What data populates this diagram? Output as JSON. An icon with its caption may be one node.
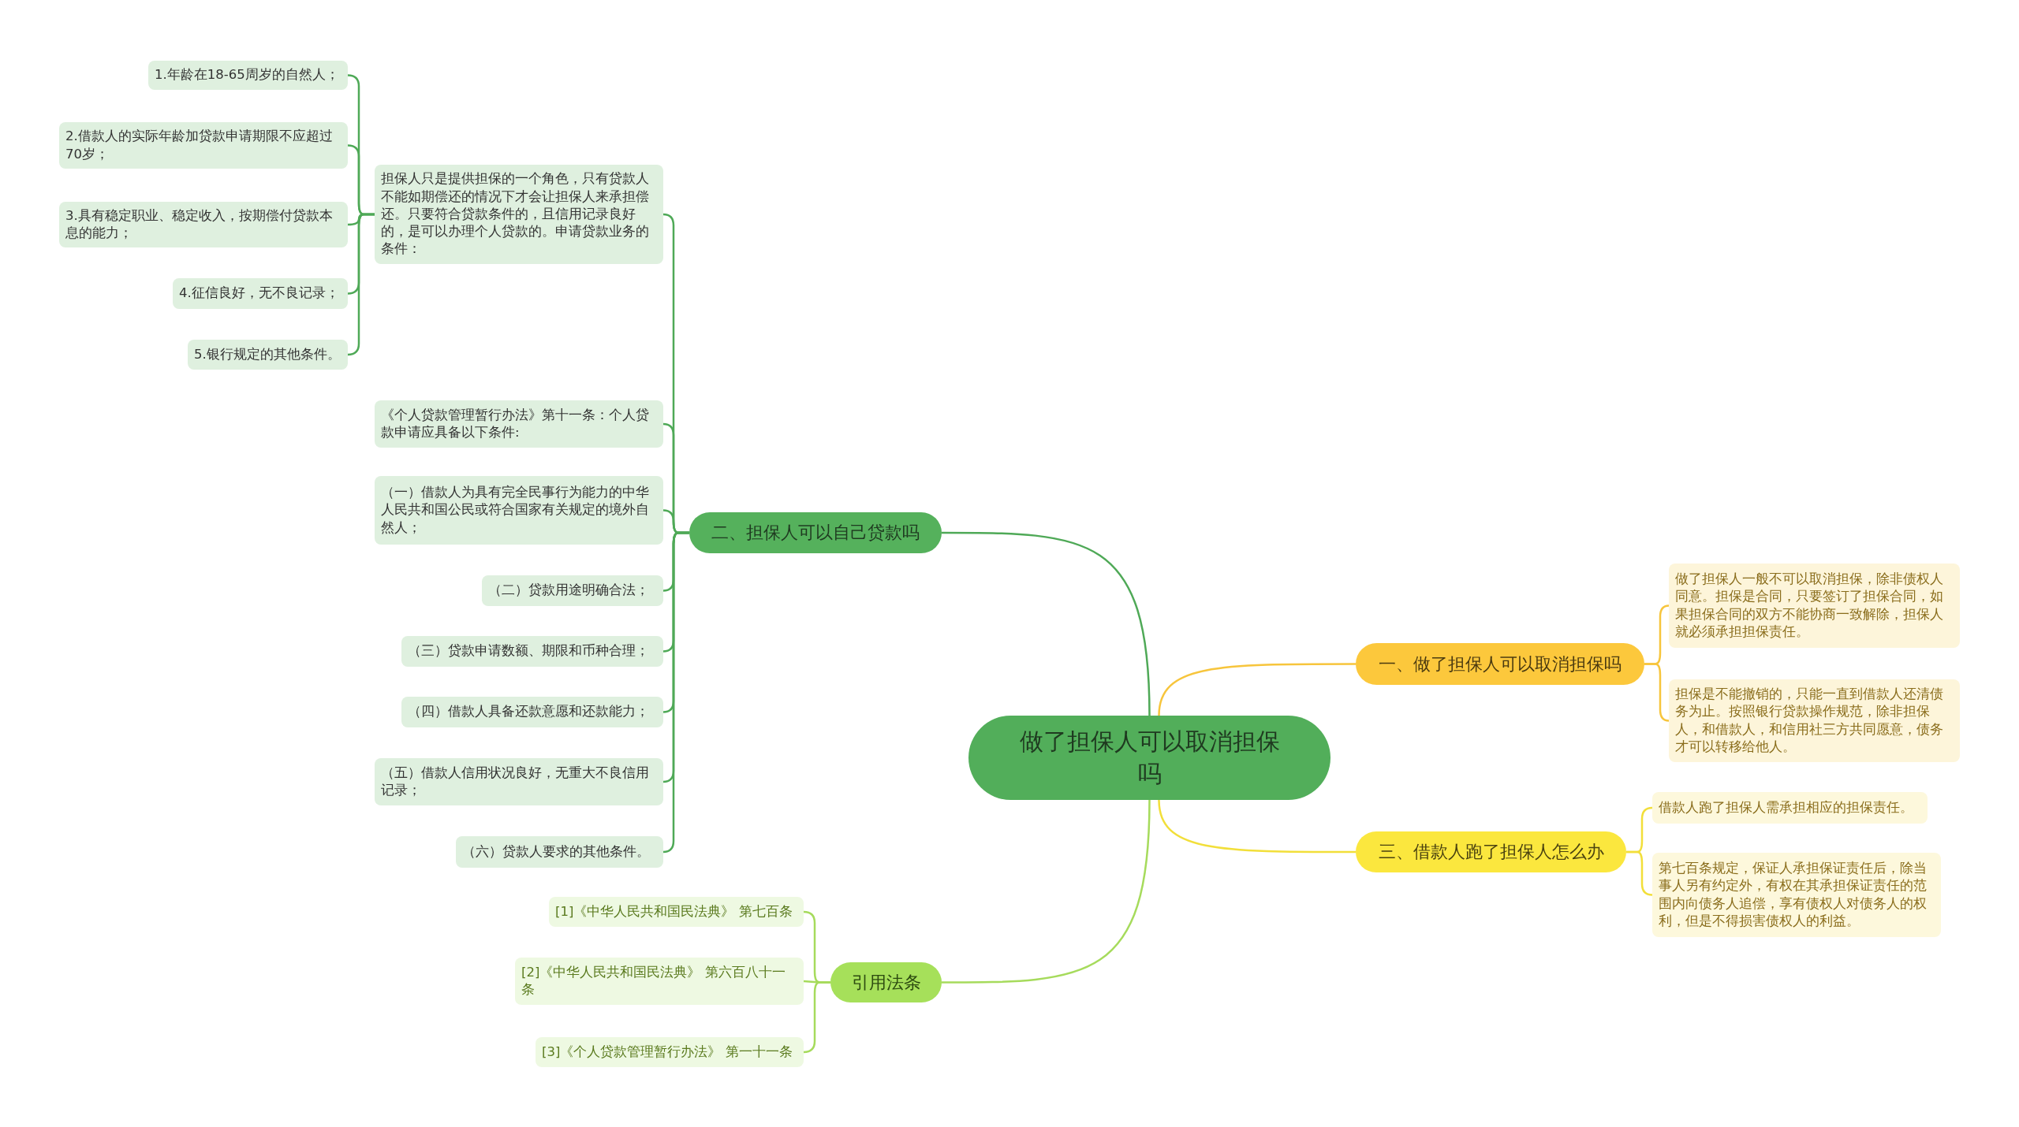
{
  "diagram": {
    "nodes": [
      {
        "text": [
          "做了担保人可以取消担保吗"
        ]
      },
      {
        "text": [
          "一、做了担保人可以取消担保吗"
        ]
      },
      {
        "text": [
          "做了担保人一般不可以取消担保，除非债权人同意。担保是合同，只要签订了担保合同，如果担保合同的双方不能协商一致解除，担保人就必须承担担保责任。"
        ]
      },
      {
        "text": [
          "担保是不能撤销的，只能一直到借款人还清债务为止。按照银行贷款操作规范，除非担保人，和借款人，和信用社三方共同愿意，债务才可以转移给他人。"
        ]
      },
      {
        "text": [
          "三、借款人跑了担保人怎么办"
        ]
      },
      {
        "text": [
          "借款人跑了担保人需承担相应的担保责任。"
        ]
      },
      {
        "text": [
          "第七百条规定，保证人承担保证责任后，除当事人另有约定外，有权在其承担保证责任的范围内向债务人追偿，享有债权人对债务人的权利，但是不得损害债权人的利益。"
        ]
      },
      {
        "text": [
          "二、担保人可以自己贷款吗"
        ]
      },
      {
        "text": [
          "担保人只是提供担保的一个角色，只有贷款人不能如期偿还的情况下才会让担保人来承担偿还。只要符合贷款条件的，且信用记录良好的，是可以办理个人贷款的。申请贷款业务的条件："
        ]
      },
      {
        "text": [
          "1.年龄在18-65周岁的自然人；"
        ]
      },
      {
        "text": [
          "2.借款人的实际年龄加贷款申请期限不应超过70岁；"
        ]
      },
      {
        "text": [
          "3.具有稳定职业、稳定收入，按期偿付贷款本息的能力；"
        ]
      },
      {
        "text": [
          "4.征信良好，无不良记录；"
        ]
      },
      {
        "text": [
          "5.银行规定的其他条件。"
        ]
      },
      {
        "text": [
          "《个人贷款管理暂行办法》第十一条：个人贷款申请应具备以下条件:"
        ]
      },
      {
        "text": [
          "（一）借款人为具有完全民事行为能力的中华人民共和国公民或符合国家有关规定的境外自然人；"
        ]
      },
      {
        "text": [
          "（二）贷款用途明确合法；"
        ]
      },
      {
        "text": [
          "（三）贷款申请数额、期限和币种合理；"
        ]
      },
      {
        "text": [
          "（四）借款人具备还款意愿和还款能力；"
        ]
      },
      {
        "text": [
          "（五）借款人信用状况良好，无重大不良信用记录；"
        ]
      },
      {
        "text": [
          "（六）贷款人要求的其他条件。"
        ]
      },
      {
        "text": [
          "引用法条"
        ]
      },
      {
        "text": [
          "[1]《中华人民共和国民法典》 第七百条"
        ]
      },
      {
        "text": [
          "[2]《中华人民共和国民法典》 第六百八十一条"
        ]
      },
      {
        "text": [
          "[3]《个人贷款管理暂行办法》 第一十一条"
        ]
      }
    ],
    "edges": [
      {
        "from": 0,
        "to": 1,
        "arrow": "none",
        "color": "#f7c53c"
      },
      {
        "from": 1,
        "to": 2,
        "arrow": "none",
        "color": "#f7c53c"
      },
      {
        "from": 1,
        "to": 3,
        "arrow": "none",
        "color": "#f7c53c"
      },
      {
        "from": 0,
        "to": 4,
        "arrow": "none",
        "color": "#f2df3a"
      },
      {
        "from": 4,
        "to": 5,
        "arrow": "none",
        "color": "#f2df3a"
      },
      {
        "from": 4,
        "to": 6,
        "arrow": "none",
        "color": "#f2df3a"
      },
      {
        "from": 0,
        "to": 7,
        "arrow": "none"
      },
      {
        "from": 7,
        "to": 8,
        "arrow": "none"
      },
      {
        "from": 8,
        "to": 9,
        "arrow": "none"
      },
      {
        "from": 8,
        "to": 10,
        "arrow": "none"
      },
      {
        "from": 8,
        "to": 11,
        "arrow": "none"
      },
      {
        "from": 8,
        "to": 12,
        "arrow": "none"
      },
      {
        "from": 8,
        "to": 13,
        "arrow": "none"
      },
      {
        "from": 7,
        "to": 14,
        "arrow": "none"
      },
      {
        "from": 7,
        "to": 15,
        "arrow": "none"
      },
      {
        "from": 7,
        "to": 16,
        "arrow": "none"
      },
      {
        "from": 7,
        "to": 17,
        "arrow": "none"
      },
      {
        "from": 7,
        "to": 18,
        "arrow": "none"
      },
      {
        "from": 7,
        "to": 19,
        "arrow": "none"
      },
      {
        "from": 7,
        "to": 20,
        "arrow": "none"
      },
      {
        "from": 0,
        "to": 21,
        "arrow": "none",
        "color": "#a6db5c"
      },
      {
        "from": 21,
        "to": 22,
        "arrow": "none",
        "color": "#a6db5c"
      },
      {
        "from": 21,
        "to": 23,
        "arrow": "none",
        "color": "#a6db5c"
      },
      {
        "from": 21,
        "to": 24,
        "arrow": "none",
        "color": "#a6db5c"
      }
    ]
  }
}
